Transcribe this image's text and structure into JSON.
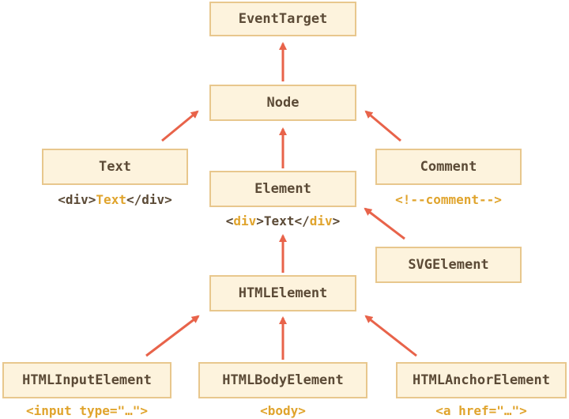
{
  "nodes": {
    "event_target": "EventTarget",
    "node": "Node",
    "text": "Text",
    "comment": "Comment",
    "element": "Element",
    "svg_element": "SVGElement",
    "html_element": "HTMLElement",
    "html_input_element": "HTMLInputElement",
    "html_body_element": "HTMLBodyElement",
    "html_anchor_element": "HTMLAnchorElement"
  },
  "examples": {
    "text": {
      "open": "<div>",
      "content": "Text",
      "close": "</div>"
    },
    "comment": {
      "full": "<!--comment-->"
    },
    "element": {
      "lt": "<",
      "tag": "div",
      "gt": ">",
      "content": "Text",
      "close_lt": "</",
      "close_tag": "div",
      "close_gt": ">"
    },
    "input": {
      "full": "<input type=\"…\">"
    },
    "body": {
      "full": "<body>"
    },
    "anchor": {
      "full": "<a href=\"…\">"
    }
  },
  "colors": {
    "box_fill": "#fdf3dd",
    "box_border": "#e8c78d",
    "text_dark": "#5b4a36",
    "accent_gold": "#e0a42d",
    "arrow": "#e8634a"
  }
}
